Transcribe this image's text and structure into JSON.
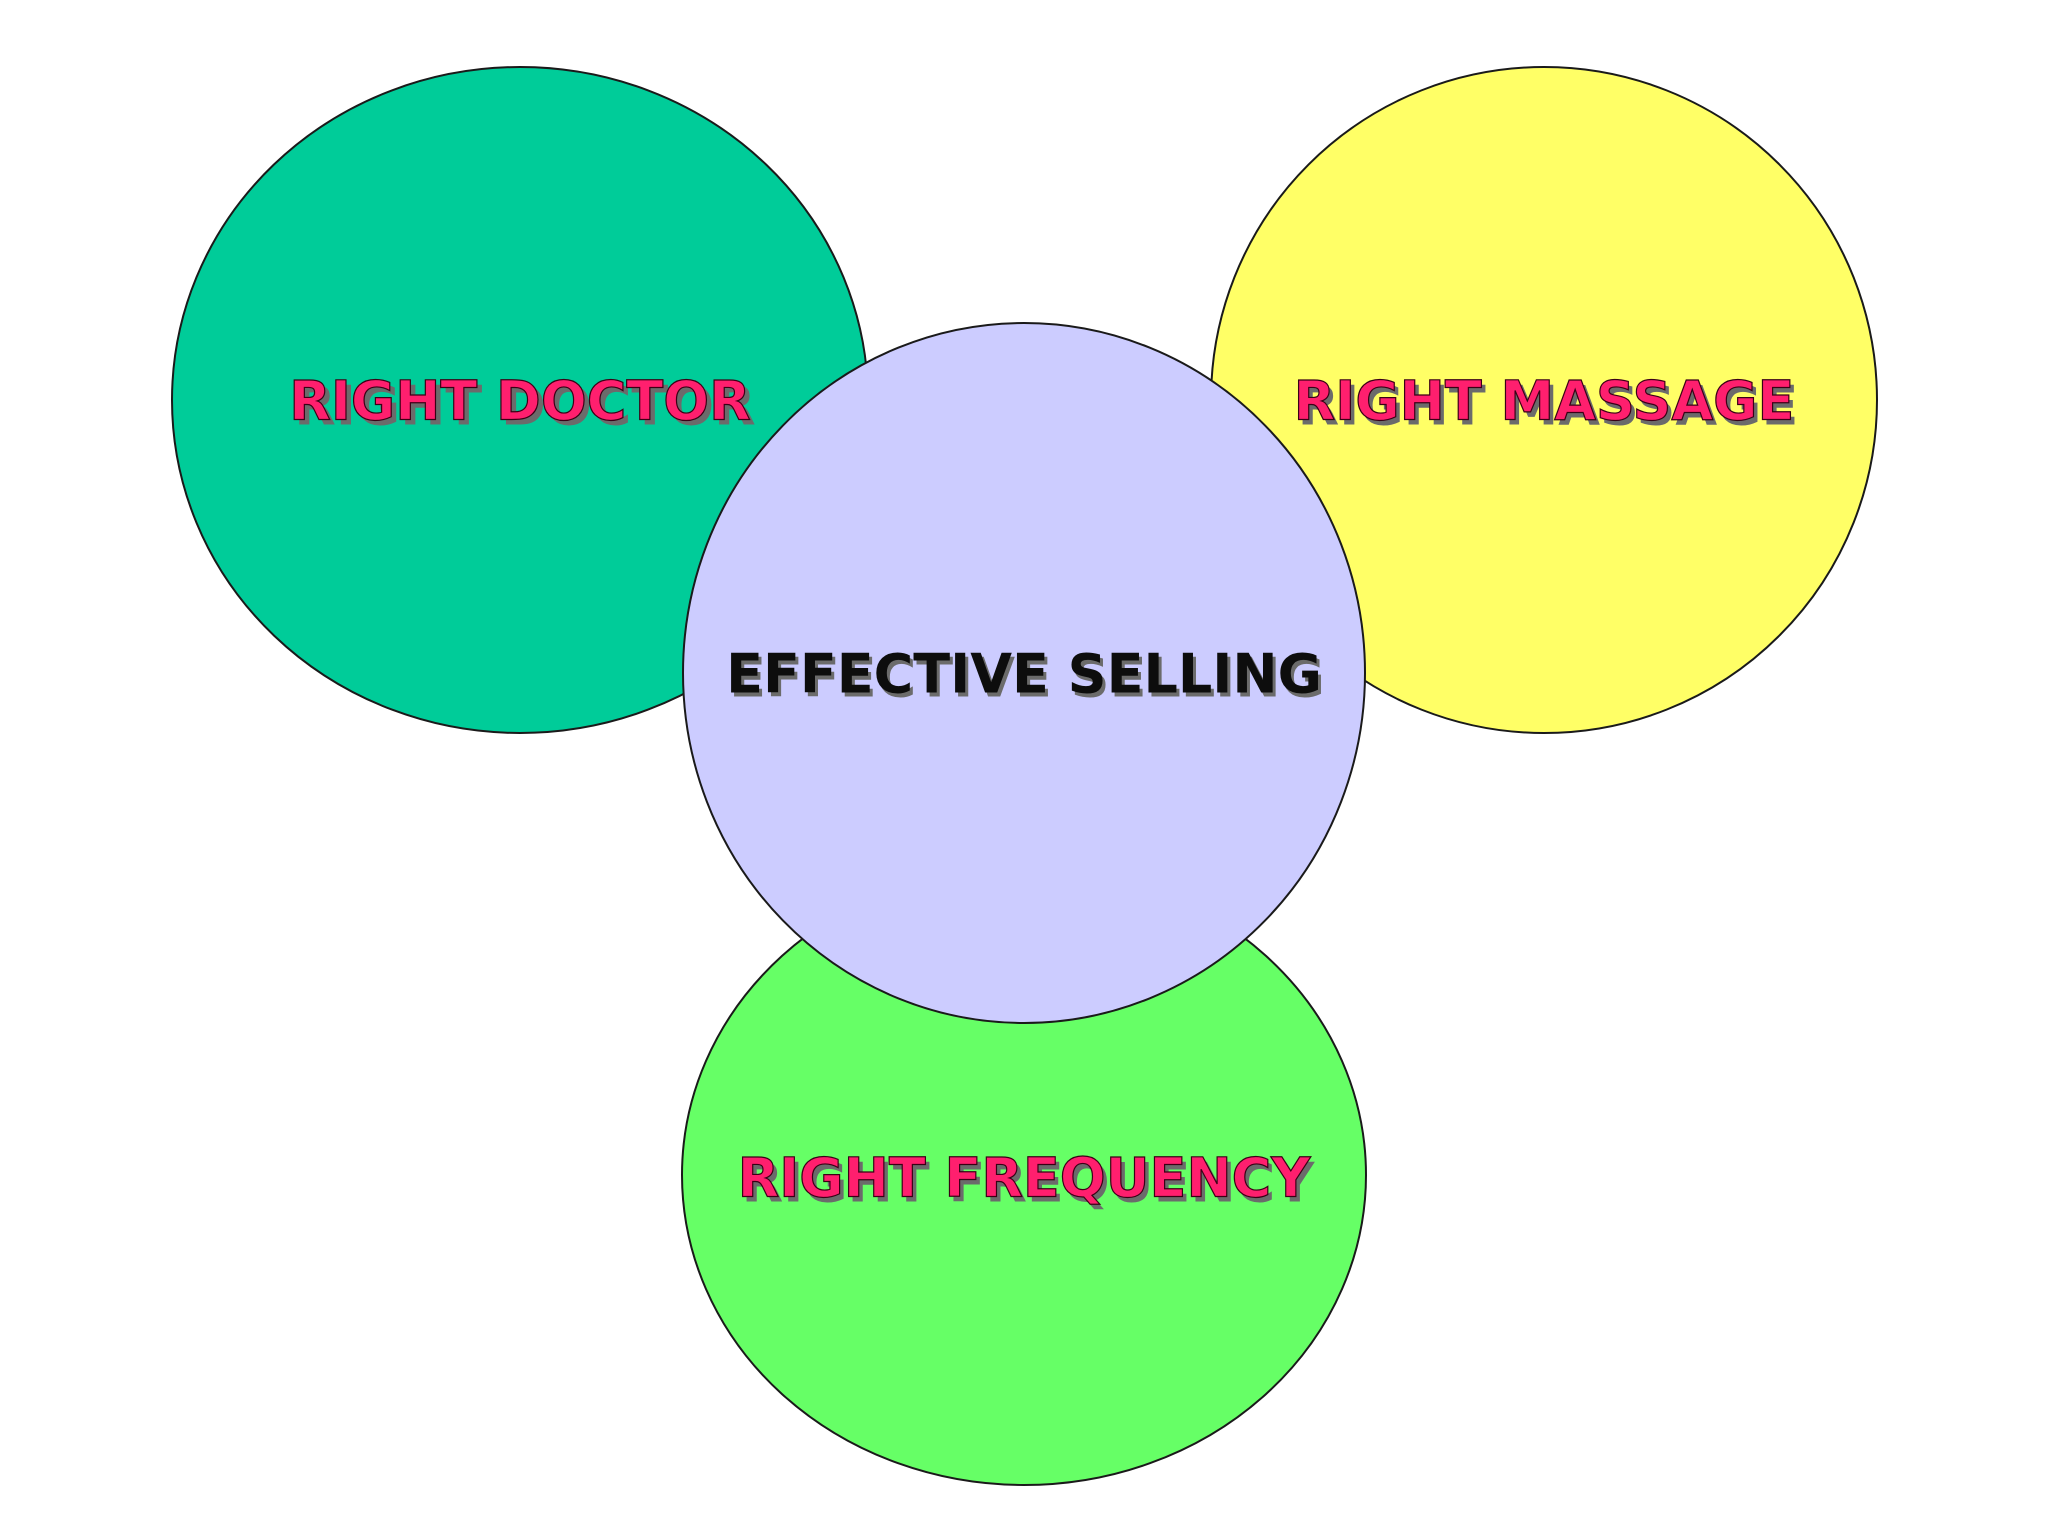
{
  "diagram": {
    "doctor": {
      "label": "RIGHT DOCTOR",
      "fill": "#00cc99",
      "text_color": "#ff1f6e"
    },
    "massage": {
      "label": "RIGHT MASSAGE",
      "fill": "#ffff66",
      "text_color": "#ff1f6e"
    },
    "frequency": {
      "label": "RIGHT FREQUENCY",
      "fill": "#66ff66",
      "text_color": "#ff1f6e"
    },
    "center": {
      "label": "EFFECTIVE SELLING",
      "fill": "#ccccff",
      "text_color": "#0d0d0d"
    }
  }
}
